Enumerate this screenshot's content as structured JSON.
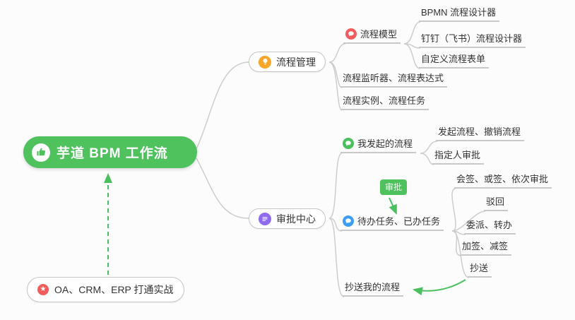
{
  "root": {
    "label": "芋道 BPM 工作流",
    "icon": "thumbs-up-icon"
  },
  "integration_note": {
    "label": "OA、CRM、ERP 打通实战",
    "icon": "star-icon"
  },
  "relation_badge": {
    "label": "审批"
  },
  "process_management": {
    "label": "流程管理",
    "icon": "lightbulb-icon",
    "model": {
      "label": "流程模型",
      "icon": "chat-bubble-icon",
      "children": {
        "bpmn_designer": "BPMN 流程设计器",
        "dingtalk_designer": "钉钉（飞书）流程设计器",
        "custom_form": "自定义流程表单"
      }
    },
    "listener_expression": "流程监听器、流程表达式",
    "instance_task": "流程实例、流程任务"
  },
  "approval_center": {
    "label": "审批中心",
    "icon": "list-icon",
    "my_initiated": {
      "label": "我发起的流程",
      "icon": "chat-bubble-icon",
      "children": {
        "initiate_revoke": "发起流程、撤销流程",
        "assigned_approver": "指定人审批"
      }
    },
    "tasks": {
      "label": "待办任务、已办任务",
      "icon": "chat-bubble-icon",
      "children": {
        "countersign": "会签、或签、依次审批",
        "reject": "驳回",
        "delegate_transfer": "委派、转办",
        "add_remove_sign": "加签、减签",
        "cc": "抄送"
      }
    },
    "cc_my_process": {
      "label": "抄送我的流程"
    }
  },
  "icons": {
    "star_glyph": "★"
  },
  "colors": {
    "root_bg": "#4fc15d",
    "arrow_green": "#49c05d",
    "line_gray": "#cdcdcd",
    "icon_orange": "#f7a62a",
    "icon_red": "#f25c5c",
    "icon_blue": "#3d9df3",
    "icon_purple": "#8e6bf1",
    "text": "#333333"
  }
}
